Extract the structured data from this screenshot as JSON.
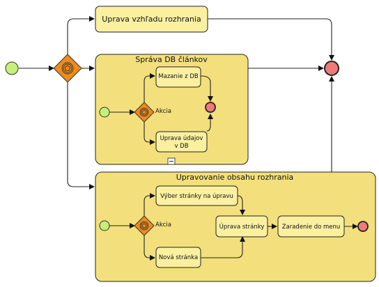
{
  "tasks": {
    "update_look": "Uprava vzhľadu rozhrania",
    "delete_from_db": "Mazanie z DB",
    "update_data_line1": "Uprava údajov",
    "update_data_line2": "v DB",
    "page_select": "Výber stránky na úpravu",
    "new_page": "Nová stránka",
    "page_update": "Úprava stránky",
    "add_to_menu": "Zaradenie do menu"
  },
  "subprocesses": {
    "db_articles": "Správa DB článkov",
    "content_update": "Upravovanie obsahu rozhrania"
  },
  "gateways": {
    "inner_top_label": "Akcia",
    "inner_bottom_label": "Akcia"
  },
  "colors": {
    "task_fill": "#fbf0a0",
    "subprocess_fill": "#f3e07c",
    "start_fill": "#c5f07a",
    "end_fill": "#ee7a7a",
    "gateway_fill": "#ee8c1c"
  }
}
